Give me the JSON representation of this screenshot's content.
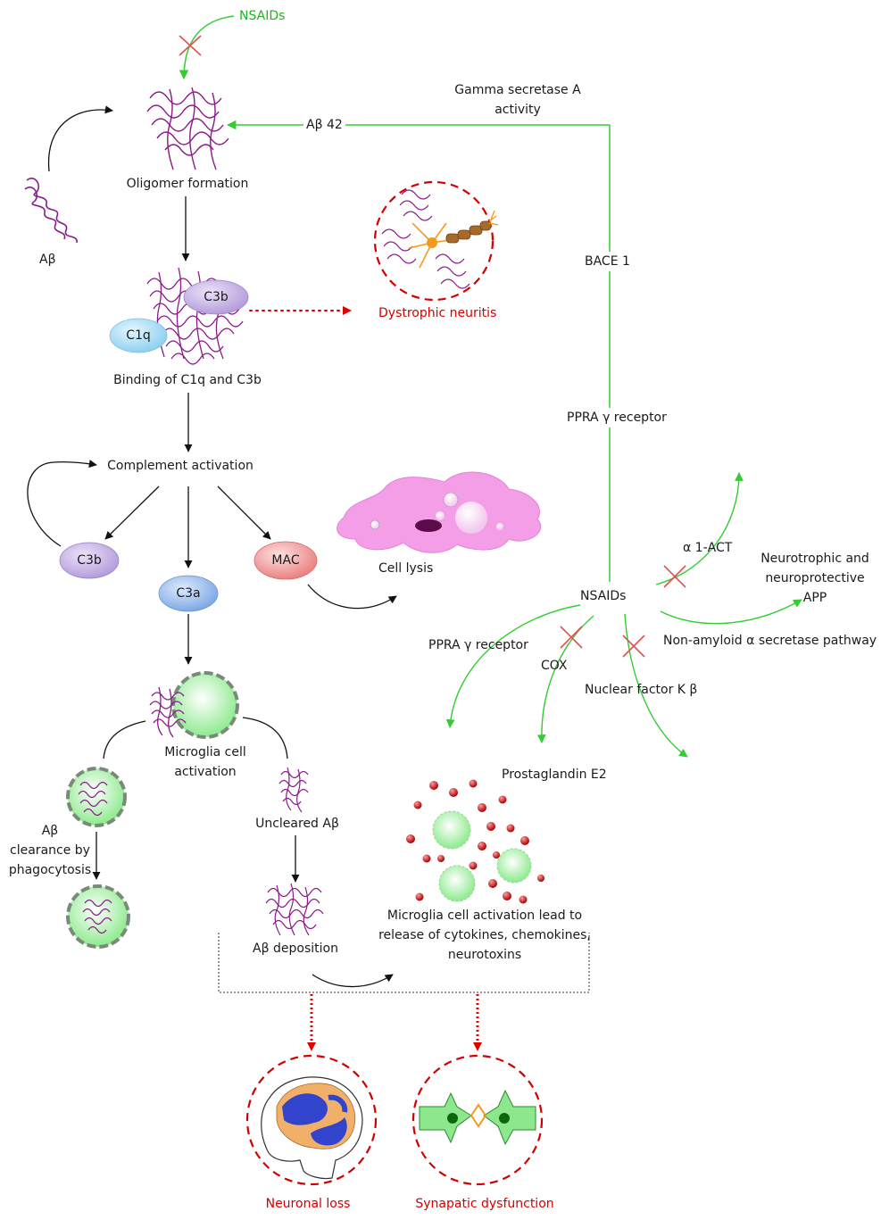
{
  "labels": {
    "nsaids_top": "NSAIDs",
    "gamma_secretase": "Gamma secretase A\nactivity",
    "abeta42": "Aβ 42",
    "oligomer_formation": "Oligomer formation",
    "abeta": "Aβ",
    "dystrophic_neuritis": "Dystrophic neuritis",
    "bace1": "BACE 1",
    "c3b_top": "C3b",
    "c1q": "C1q",
    "binding": "Binding of C1q and C3b",
    "ppra_receptor_top": "PPRA γ receptor",
    "complement_activation": "Complement activation",
    "alpha_act": "α 1-ACT",
    "neurotrophic": "Neurotrophic and\nneuroprotective\nAPP",
    "c3b_left": "C3b",
    "mac": "MAC",
    "cell_lysis": "Cell lysis",
    "c3a": "C3a",
    "nsaids_mid": "NSAIDs",
    "non_amyloid": "Non-amyloid α secretase pathway",
    "ppra_receptor_low": "PPRA γ receptor",
    "cox": "COX",
    "nuclear_factor": "Nuclear factor K β",
    "microglia_activation": "Microglia cell\nactivation",
    "prostaglandin": "Prostaglandin E2",
    "clearance": "Aβ\nclearance by\nphagocytosis",
    "uncleared": "Uncleared Aβ",
    "microglia_release": "Microglia cell activation lead to\nrelease of cytokines, chemokines,\nneurotoxins",
    "deposition": "Aβ deposition",
    "neuronal_loss": "Neuronal loss",
    "synaptic": "Synapatic dysfunction"
  },
  "colors": {
    "green_arrow": "#33cc33",
    "red_outcome": "#d40000",
    "amyloid": "#8a1a8a",
    "c3b": "#c9b6e6",
    "c1q": "#b8e4f7",
    "c3a": "#a9c8ef",
    "mac": "#f4a9a9",
    "cell_lysis": "#f59ee8",
    "microglia": "#b9f2b4"
  }
}
